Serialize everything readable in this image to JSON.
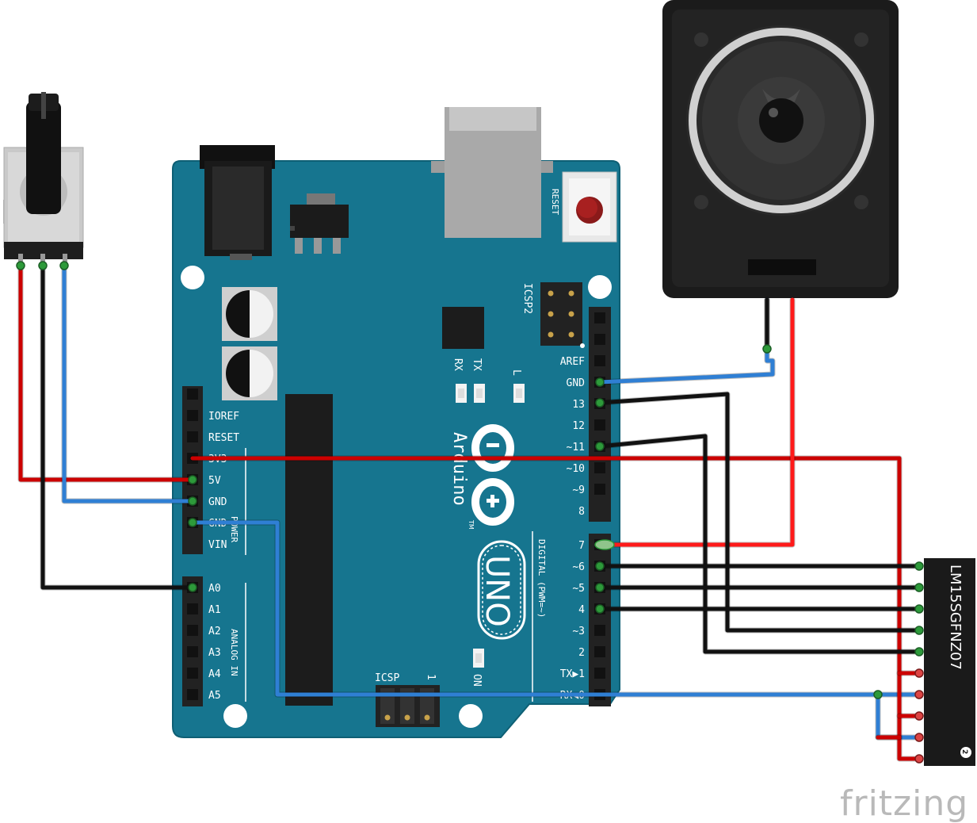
{
  "board": {
    "brand_name": "Arduino",
    "model": "UNO",
    "tm": "TM",
    "reset_label": "RESET",
    "icsp2_label": "ICSP2",
    "icsp_label": "ICSP",
    "icsp_pin1": "1",
    "rx_label": "RX",
    "tx_label": "TX",
    "l_label": "L",
    "on_label": "ON",
    "power_section": "POWER",
    "analog_section": "ANALOG IN",
    "digital_section": "DIGITAL (PWM=~)",
    "power_pins": [
      "IOREF",
      "RESET",
      "3V3",
      "5V",
      "GND",
      "GND",
      "VIN"
    ],
    "analog_pins": [
      "A0",
      "A1",
      "A2",
      "A3",
      "A4",
      "A5"
    ],
    "digital_top": [
      "AREF",
      "GND",
      "13",
      "12",
      "~11",
      "~10",
      "~9",
      "8"
    ],
    "digital_bottom": [
      "7",
      "~6",
      "~5",
      "4",
      "~3",
      "2",
      "TX▶1",
      "RX◀0"
    ],
    "board_color": "#16758f"
  },
  "components": {
    "display_label": "LM15SGFNZ07",
    "display_pin_mark": "2",
    "potentiometer": "potentiometer",
    "speaker": "speaker"
  },
  "colors": {
    "wire_red": "#cc0000",
    "wire_red_bright": "#ff1a1a",
    "wire_blue": "#2f7fd4",
    "wire_black": "#111111",
    "pin_green": "#2d9a3a"
  },
  "watermark": "fritzing"
}
